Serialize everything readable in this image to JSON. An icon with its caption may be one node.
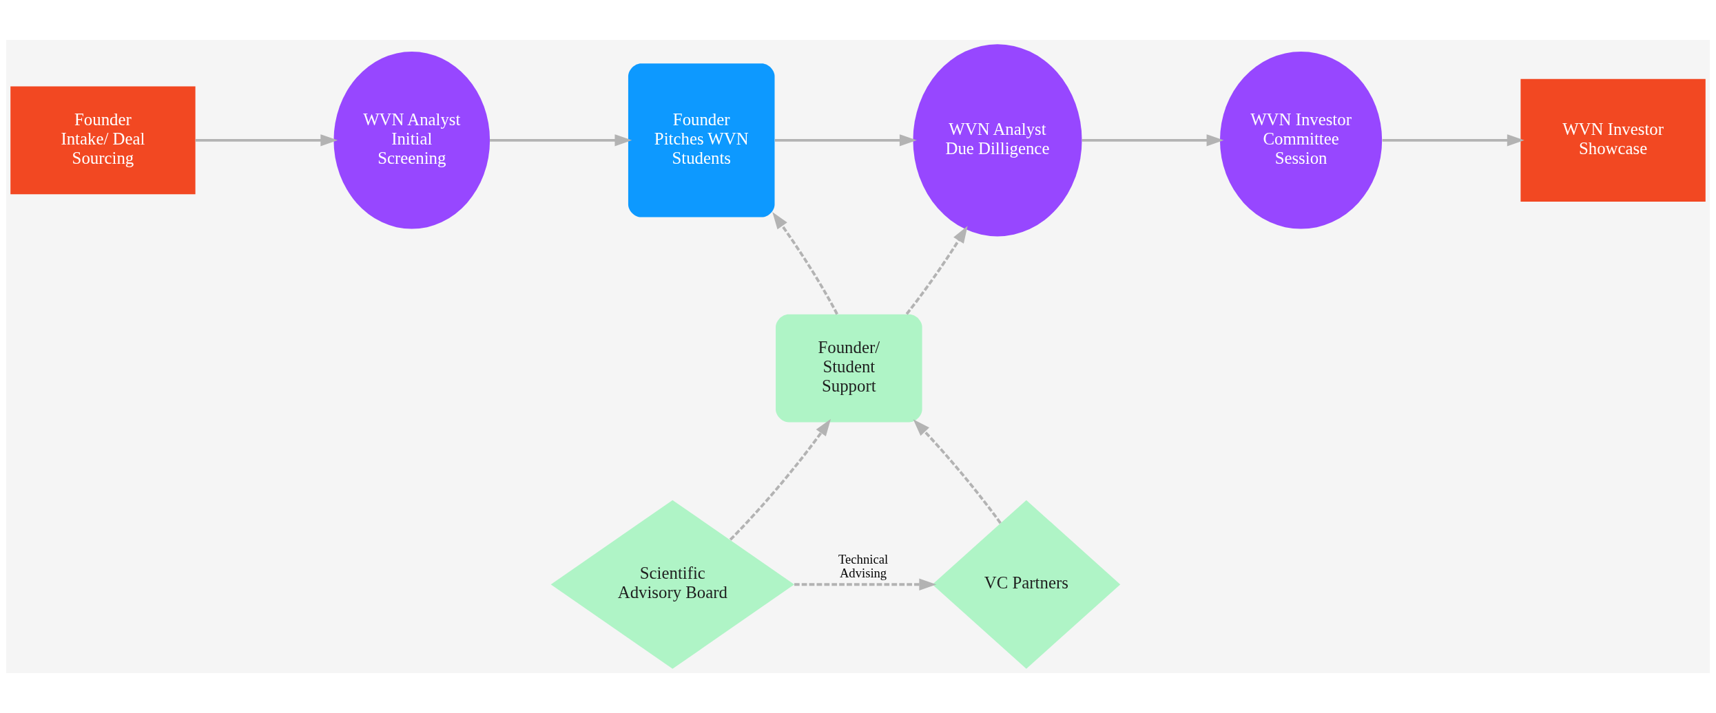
{
  "diagram": {
    "nodes": [
      {
        "text": [
          "Founder Intake/ Deal Sourcing"
        ]
      },
      {
        "text": [
          "WVN Analyst Initial Screening"
        ]
      },
      {
        "text": [
          "Founder Pitches WVN Students"
        ]
      },
      {
        "text": [
          "WVN Analyst Due Dilligence"
        ]
      },
      {
        "text": [
          "WVN Investor Committee Session"
        ]
      },
      {
        "text": [
          "WVN Investor Showcase"
        ]
      },
      {
        "text": [
          "Founder/ Student Support"
        ]
      },
      {
        "text": [
          "Scientific Advisory Board"
        ]
      },
      {
        "text": [
          "VC Partners"
        ]
      }
    ],
    "edges": [
      {
        "from": 0,
        "to": 1,
        "arrow": "to"
      },
      {
        "from": 1,
        "to": 2,
        "arrow": "to"
      },
      {
        "from": 2,
        "to": 3,
        "arrow": "to"
      },
      {
        "from": 3,
        "to": 4,
        "arrow": "to"
      },
      {
        "from": 4,
        "to": 5,
        "arrow": "to"
      },
      {
        "from": 6,
        "to": 2,
        "arrow": "to",
        "style": "dashed"
      },
      {
        "from": 6,
        "to": 3,
        "arrow": "to",
        "style": "dashed"
      },
      {
        "from": 7,
        "to": 6,
        "arrow": "to",
        "style": "dashed"
      },
      {
        "from": 8,
        "to": 6,
        "arrow": "to",
        "style": "dashed"
      },
      {
        "from": 7,
        "to": 8,
        "arrow": "to",
        "style": "dashed",
        "label": "Technical Advising"
      }
    ]
  }
}
